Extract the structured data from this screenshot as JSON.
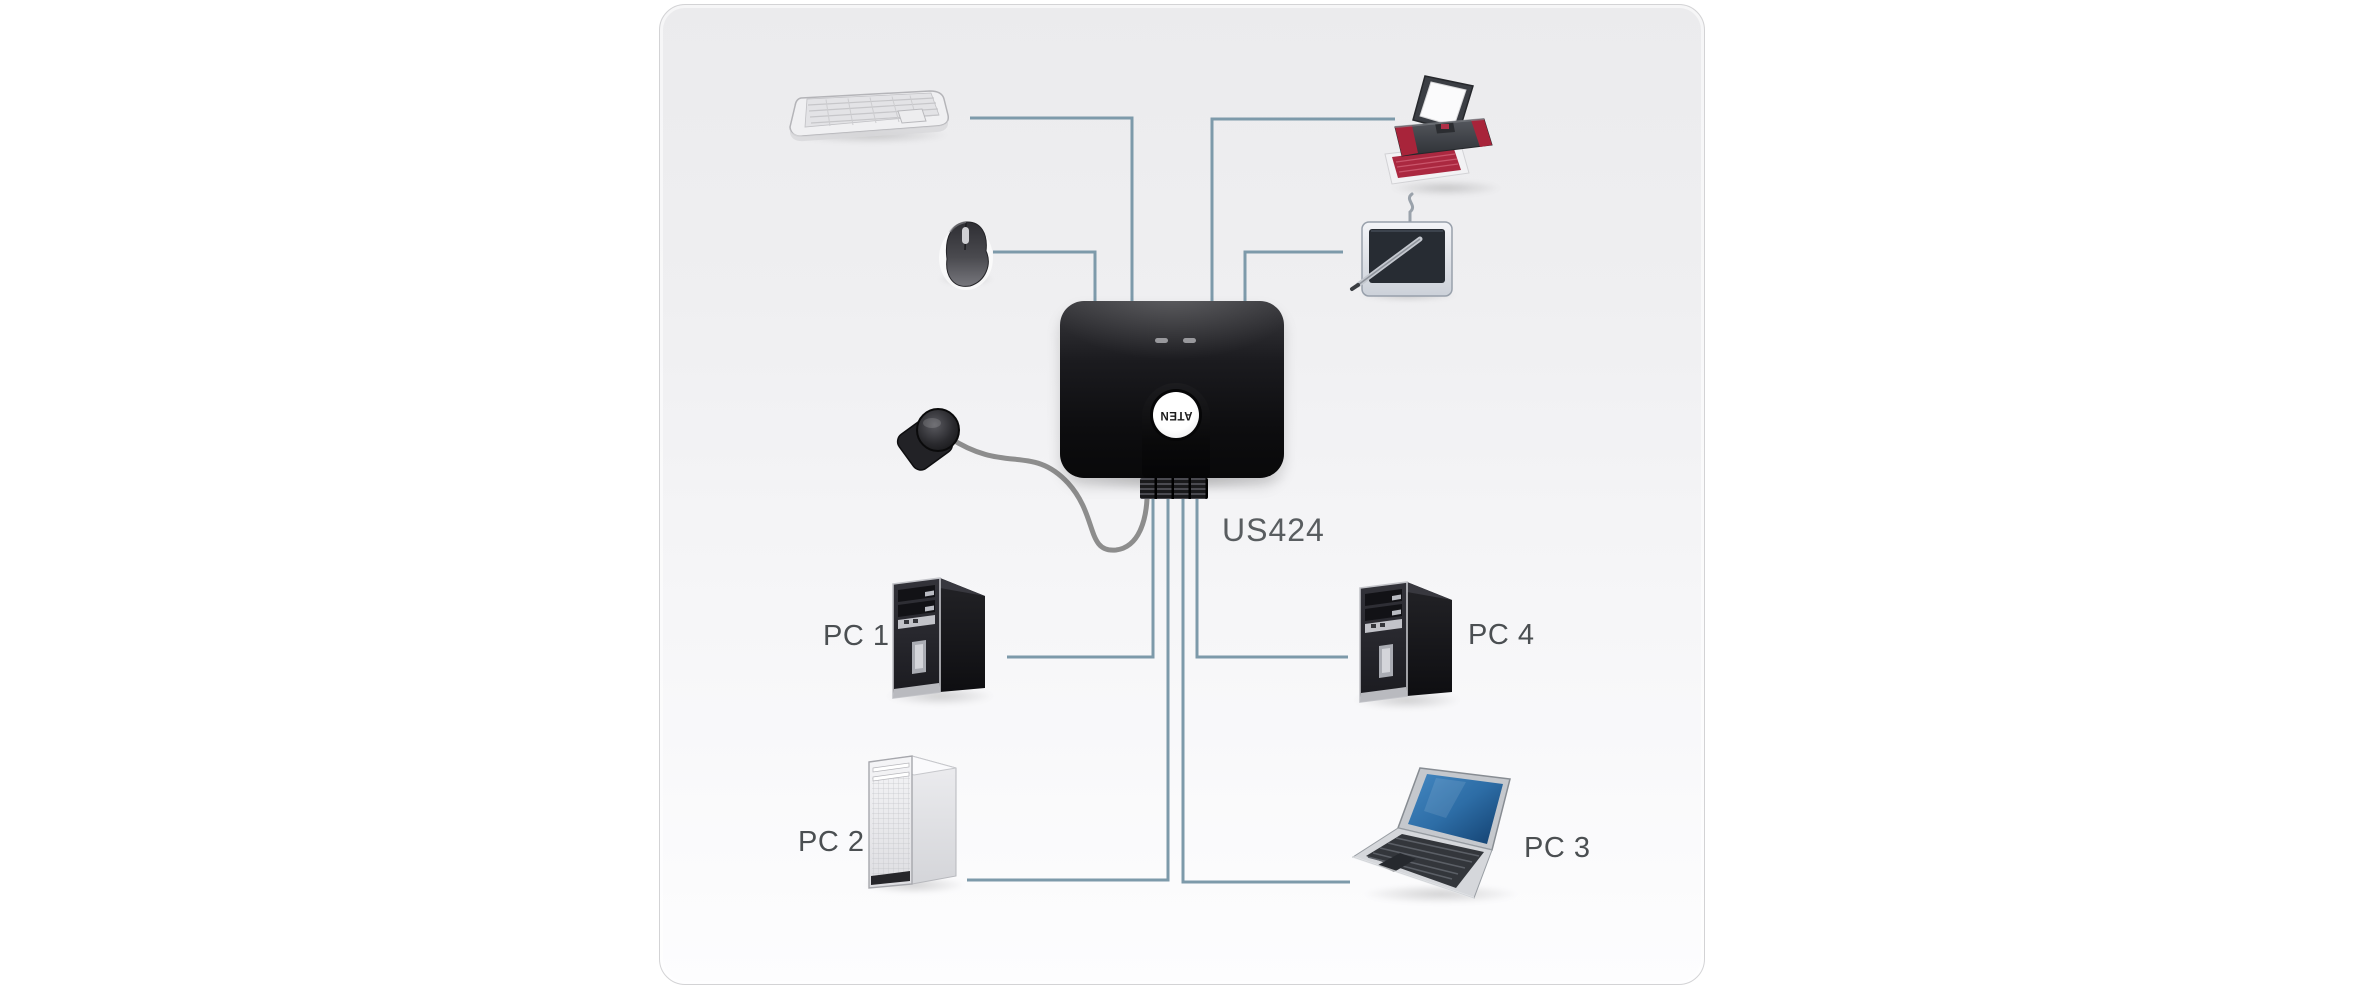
{
  "switch": {
    "model": "US424",
    "brand_logo": "ATEN"
  },
  "computers": [
    {
      "id": "pc1",
      "label": "PC 1"
    },
    {
      "id": "pc2",
      "label": "PC 2"
    },
    {
      "id": "pc3",
      "label": "PC 3"
    },
    {
      "id": "pc4",
      "label": "PC 4"
    }
  ],
  "peripherals": [
    {
      "id": "keyboard",
      "icon": "keyboard-icon"
    },
    {
      "id": "mouse",
      "icon": "mouse-icon"
    },
    {
      "id": "printer",
      "icon": "printer-icon"
    },
    {
      "id": "graphics-tablet",
      "icon": "tablet-icon"
    },
    {
      "id": "remote-port-selector",
      "icon": "remote-button-icon"
    }
  ],
  "connections": [
    {
      "from": "keyboard",
      "to": "US424"
    },
    {
      "from": "mouse",
      "to": "US424"
    },
    {
      "from": "printer",
      "to": "US424"
    },
    {
      "from": "graphics-tablet",
      "to": "US424"
    },
    {
      "from": "remote-port-selector",
      "to": "US424"
    },
    {
      "from": "US424",
      "to": "PC 1"
    },
    {
      "from": "US424",
      "to": "PC 2"
    },
    {
      "from": "US424",
      "to": "PC 3"
    },
    {
      "from": "US424",
      "to": "PC 4"
    }
  ],
  "colors": {
    "connection_line": "#7d9aaa",
    "remote_cable": "#8d8d8d",
    "label_text": "#4b4f52",
    "model_text": "#595d60",
    "card_border": "#d3d3d5",
    "printer_accent": "#a8243a",
    "laptop_screen": "#2d6da6"
  }
}
